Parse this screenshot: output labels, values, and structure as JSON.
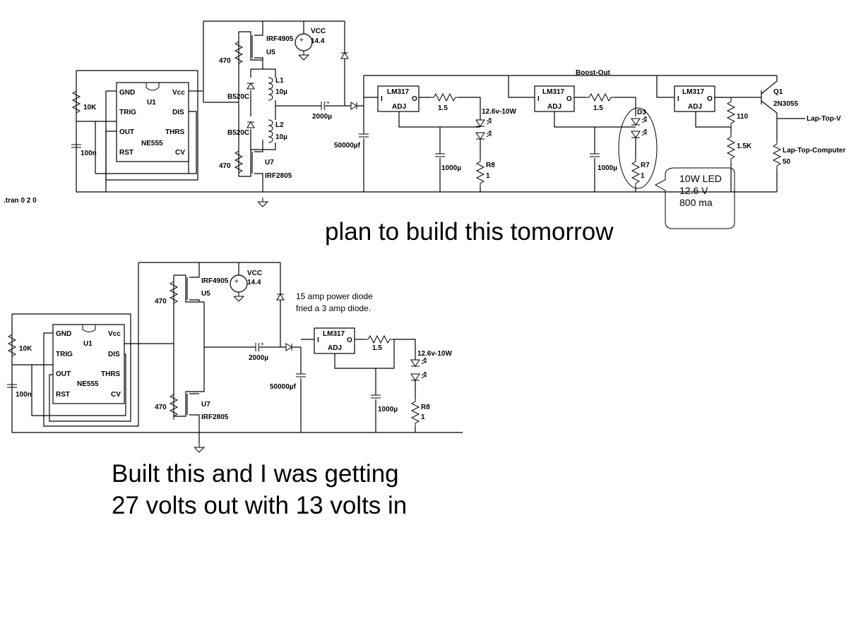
{
  "top": {
    "directive": ".tran 0 2 0",
    "u1": {
      "ref": "U1",
      "part": "NE555",
      "pins": {
        "gnd": "GND",
        "vcc": "Vcc",
        "trig": "TRIG",
        "dis": "DIS",
        "out": "OUT",
        "thrs": "THRS",
        "rst": "RST",
        "cv": "CV"
      }
    },
    "r_10k": "10K",
    "c_100n": "100n",
    "r470_top": "470",
    "r470_bot": "470",
    "u5": {
      "part": "IRF4905",
      "ref": "U5"
    },
    "u7": {
      "ref": "U7",
      "part": "IRF2805"
    },
    "vcc": {
      "label": "VCC",
      "value": "14.4"
    },
    "d_b520c_1": "B520C",
    "d_b520c_2": "B520C",
    "l1": {
      "ref": "L1",
      "value": "10µ"
    },
    "l2": {
      "ref": "L2",
      "value": "10µ"
    },
    "c_2000": "2000µ",
    "c_50000": "50000µf",
    "reg1": {
      "part": "LM317",
      "i": "I",
      "o": "O",
      "adj": "ADJ"
    },
    "reg2": {
      "part": "LM317",
      "i": "I",
      "o": "O",
      "adj": "ADJ"
    },
    "reg3": {
      "part": "LM317",
      "i": "I",
      "o": "O",
      "adj": "ADJ"
    },
    "r_1p5_a": "1.5",
    "r_1p5_b": "1.5",
    "c_1000_a": "1000µ",
    "c_1000_b": "1000µ",
    "led1": "12.6v-10W",
    "r8": {
      "ref": "R8",
      "value": "1"
    },
    "d3": "D3",
    "r7": {
      "ref": "R7",
      "value": "1"
    },
    "boost_out": "Boost-Out",
    "q1": {
      "ref": "Q1",
      "part": "2N3055"
    },
    "r110": "110",
    "r1p5k": "1.5K",
    "laptop_v": "Lap-Top-V",
    "laptop_load": {
      "name": "Lap-Top-Computer",
      "value": "50"
    },
    "callout": [
      "10W LED",
      "12.6 V",
      "800 ma"
    ],
    "caption": "plan to build this tomorrow"
  },
  "bottom": {
    "u1": {
      "ref": "U1",
      "part": "NE555",
      "pins": {
        "gnd": "GND",
        "vcc": "Vcc",
        "trig": "TRIG",
        "dis": "DIS",
        "out": "OUT",
        "thrs": "THRS",
        "rst": "RST",
        "cv": "CV"
      }
    },
    "r_10k": "10K",
    "c_100n": "100n",
    "r470_top": "470",
    "r470_bot": "470",
    "u5": {
      "part": "IRF4905",
      "ref": "U5"
    },
    "u7": {
      "ref": "U7",
      "part": "IRF2805"
    },
    "vcc": {
      "label": "VCC",
      "value": "14.4"
    },
    "diode_note": [
      "15 amp power diode",
      "fried a 3 amp diode."
    ],
    "c_2000": "2000µ",
    "c_50000": "50000µf",
    "reg": {
      "part": "LM317",
      "i": "I",
      "o": "O",
      "adj": "ADJ"
    },
    "r_1p5": "1.5",
    "c_1000": "1000µ",
    "led": "12.6v-10W",
    "r8": {
      "ref": "R8",
      "value": "1"
    },
    "caption": [
      "Built this and I was getting",
      "27 volts out with 13 volts in"
    ]
  }
}
